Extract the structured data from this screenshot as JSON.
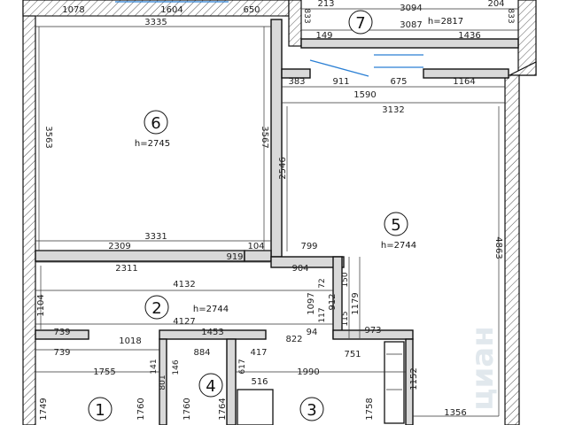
{
  "rooms": [
    {
      "number": "6",
      "height": "h=2745"
    },
    {
      "number": "5",
      "height": "h=2744"
    },
    {
      "number": "7",
      "height": "h=2817"
    },
    {
      "number": "2",
      "height": "h=2744"
    },
    {
      "number": "1",
      "height": ""
    },
    {
      "number": "4",
      "height": ""
    },
    {
      "number": "3",
      "height": ""
    }
  ],
  "dimensions": {
    "top_1078": "1078",
    "top_1604": "1604",
    "top_650": "650",
    "r6_3335": "3335",
    "r6_3563": "3563",
    "r6_3567": "3567",
    "r6_3331": "3331",
    "r6_2309": "2309",
    "r6_104": "104",
    "r7_213": "213",
    "r7_3094": "3094",
    "r7_204": "204",
    "r7_833a": "833",
    "r7_833b": "833",
    "r7_3087": "3087",
    "r7_149": "149",
    "r7_1436": "1436",
    "r5_383": "383",
    "r5_911": "911",
    "r5_675": "675",
    "r5_1164": "1164",
    "r5_1590": "1590",
    "r5_3132": "3132",
    "r5_2546": "2546",
    "r5_4863": "4863",
    "r5_799": "799",
    "r5_973": "973",
    "r5_1356": "1356",
    "r5_1152": "1152",
    "c_919": "919",
    "c_2311": "2311",
    "c_904": "904",
    "c_4132": "4132",
    "c_1104": "1104",
    "c_4127": "4127",
    "c_1097": "1097",
    "c_72": "72",
    "c_150": "150",
    "c_912": "912",
    "c_1179": "1179",
    "c_117": "117",
    "c_115": "115",
    "c_94": "94",
    "c_739a": "739",
    "c_1018": "1018",
    "c_1453": "1453",
    "c_822": "822",
    "c_751": "751",
    "b_739": "739",
    "b_141": "141",
    "b_884": "884",
    "b_417": "417",
    "b_1755": "1755",
    "b_1990": "1990",
    "b_146": "146",
    "b_801": "801",
    "b_617": "617",
    "b_516": "516",
    "b_1749": "1749",
    "b_1760a": "1760",
    "b_1760b": "1760",
    "b_1764": "1764",
    "b_1758": "1758"
  },
  "watermark": "циан"
}
